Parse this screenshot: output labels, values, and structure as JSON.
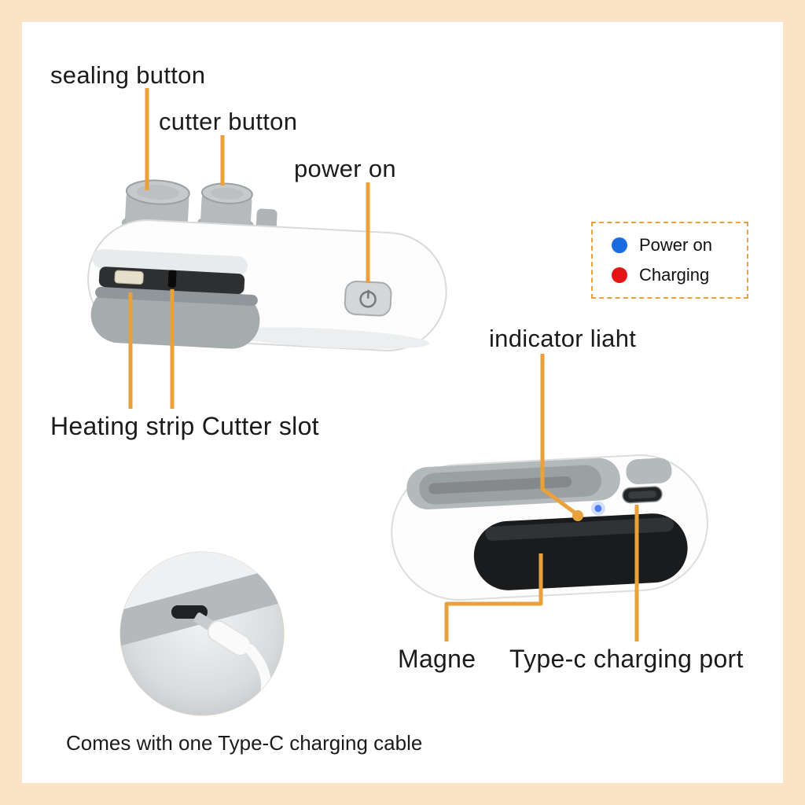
{
  "colors": {
    "background": "#fbe4c5",
    "inner_background": "#ffffff",
    "annotation": "#e9a23b",
    "led_blue": "#4e7df2",
    "device_gray": "#b4b9bb",
    "panel_black": "#1a1b1d"
  },
  "labels": {
    "sealing_button": "sealing button",
    "cutter_button": "cutter button",
    "power_on": "power on",
    "indicator_light": "indicator liaht",
    "heating_strip_cutter_slot": "Heating strip Cutter slot",
    "magnet": "Magne",
    "type_c_port": "Type-c charging port"
  },
  "legend": {
    "items": [
      {
        "label": "Power on",
        "color": "#1a6be0"
      },
      {
        "label": "Charging",
        "color": "#e51515"
      }
    ]
  },
  "caption": "Comes with one Type-C charging cable"
}
